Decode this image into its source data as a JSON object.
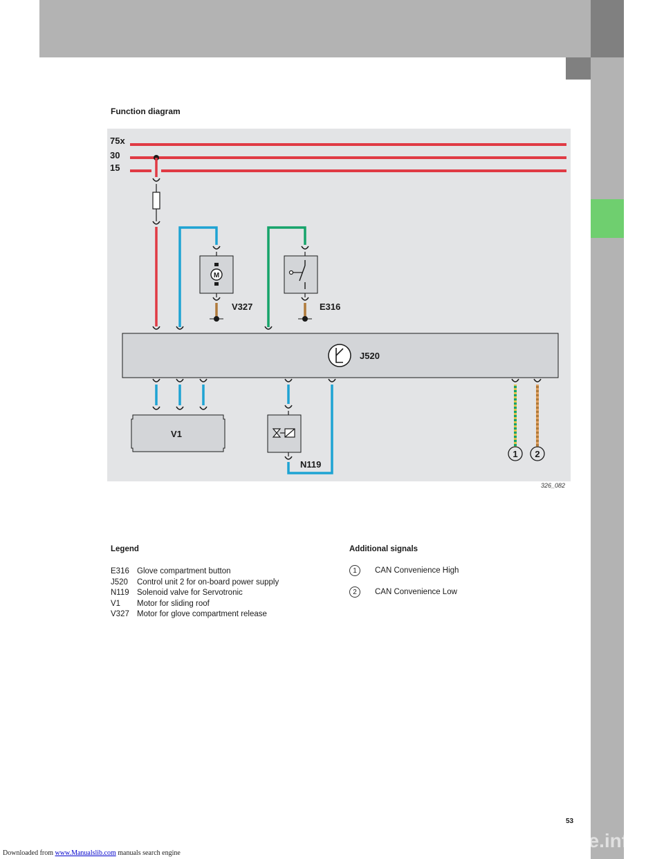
{
  "section_title": "Function diagram",
  "diagram": {
    "bus_lines": [
      "75x",
      "30",
      "15"
    ],
    "components": {
      "v327": "V327",
      "e316": "E316",
      "j520": "J520",
      "v1": "V1",
      "n119": "N119",
      "motor_symbol": "M"
    },
    "signal_markers": [
      "1",
      "2"
    ],
    "figure_ref": "326_082",
    "colors": {
      "power": "#e03a44",
      "blue_wire": "#1ea3d3",
      "green_wire": "#16a36a",
      "brown_wire": "#b07a3a",
      "component_fill": "#d3d5d8",
      "diagram_bg": "#e3e4e6"
    }
  },
  "legend": {
    "title": "Legend",
    "items": [
      {
        "code": "E316",
        "desc": "Glove compartment button"
      },
      {
        "code": "J520",
        "desc": "Control unit 2 for on-board power supply"
      },
      {
        "code": "N119",
        "desc": "Solenoid valve for Servotronic"
      },
      {
        "code": "V1",
        "desc": "Motor for sliding roof"
      },
      {
        "code": "V327",
        "desc": "Motor for glove compartment release"
      }
    ]
  },
  "additional_signals": {
    "title": "Additional signals",
    "items": [
      {
        "num": "1",
        "label": "CAN Convenience High"
      },
      {
        "num": "2",
        "label": "CAN Convenience Low"
      }
    ]
  },
  "page_number": "53",
  "footer": {
    "prefix": "Downloaded from ",
    "link": "www.Manualslib.com",
    "suffix": " manuals search engine"
  },
  "watermark": "carmanualsonline.info"
}
